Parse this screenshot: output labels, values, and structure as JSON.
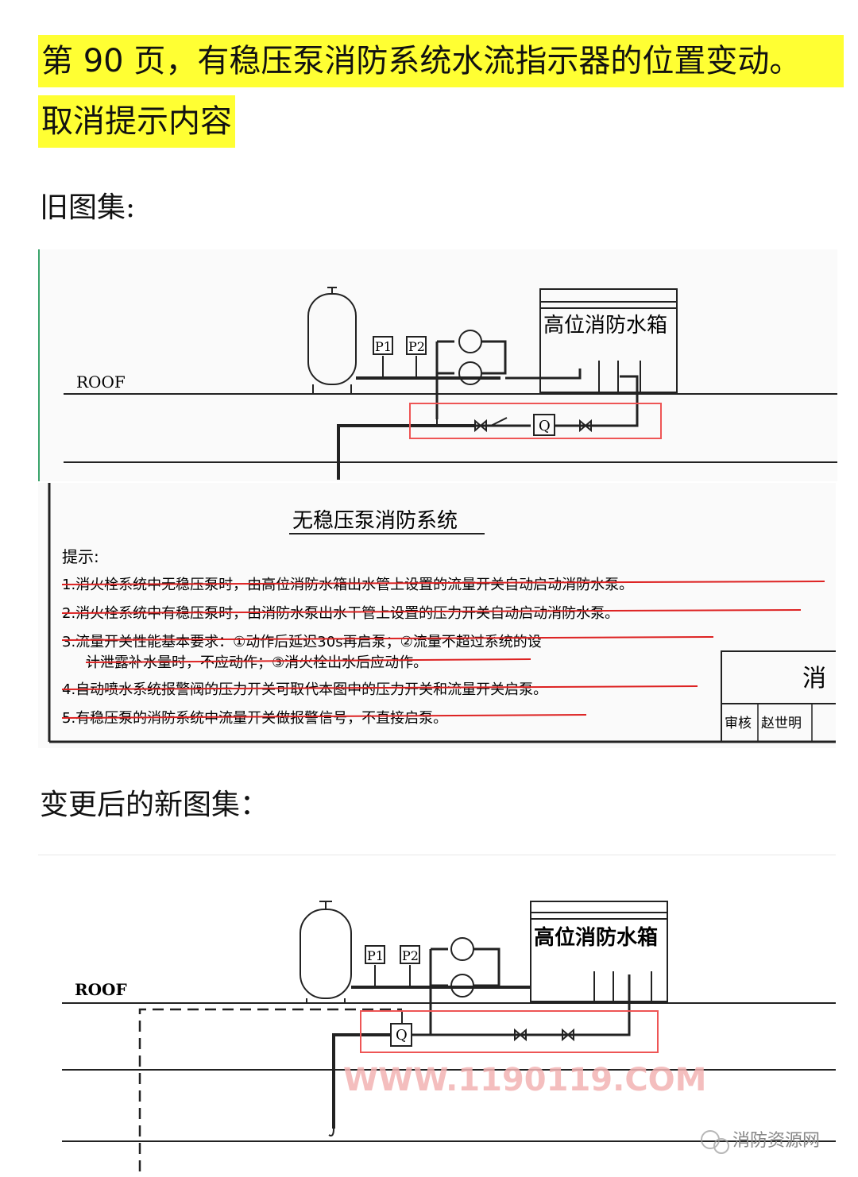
{
  "header": {
    "line1": "第 90 页，有稳压泵消防系统水流指示器的位置变动。",
    "line2": "取消提示内容"
  },
  "old_section": {
    "label": "旧图集:",
    "diagram": {
      "roof": "ROOF",
      "p1": "P1",
      "p2": "P2",
      "q": "Q",
      "tank": "高位消防水箱"
    },
    "notes": {
      "title": "无稳压泵消防系统",
      "heading": "提示:",
      "items": [
        "1.消火栓系统中无稳压泵时，由高位消防水箱出水管上设置的流量开关自动启动消防水泵。",
        "2.消火栓系统中有稳压泵时，由消防水泵出水干管上设置的压力开关自动启动消防水泵。",
        "3.流量开关性能基本要求：①动作后延迟30s再启泵；②流量不超过系统的设",
        "计泄露补水量时，不应动作；③消火栓出水后应动作。",
        "4.自动喷水系统报警阀的压力开关可取代本图中的压力开关和流量开关启泵。",
        "5.有稳压泵的消防系统中流量开关做报警信号，不直接启泵。"
      ],
      "titleblock": {
        "name": "消",
        "reviewer_label": "审核",
        "reviewer": "赵世明"
      }
    }
  },
  "new_section": {
    "label": "变更后的新图集：",
    "diagram": {
      "roof": "ROOF",
      "p1": "P1",
      "p2": "P2",
      "q": "Q",
      "tank": "高位消防水箱"
    },
    "watermark": "WWW.1190119.COM",
    "source": "消防资源网"
  }
}
